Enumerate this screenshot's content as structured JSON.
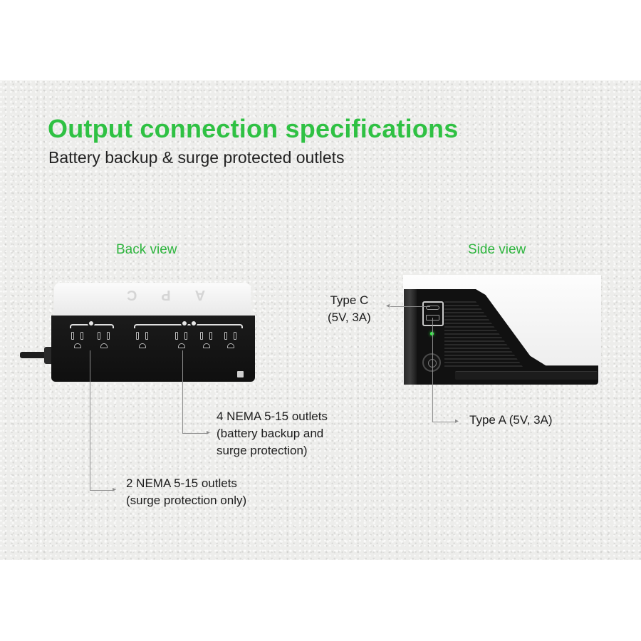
{
  "header": {
    "title": "Output connection specifications",
    "subtitle": "Battery backup & surge protected outlets"
  },
  "colors": {
    "accent_green": "#2fc143",
    "text_dark": "#1d1d1d",
    "leader_line": "#8d8d8d",
    "device_black": "#111111",
    "device_white": "#f5f5f5",
    "led_green": "#3cf24e"
  },
  "back_view": {
    "label": "Back view",
    "device_logo": "APC",
    "outlet_groups": [
      {
        "count": 2,
        "type": "NEMA 5-15",
        "icon": "surge-icon"
      },
      {
        "count": 4,
        "type": "NEMA 5-15",
        "icon": "battery-surge-icon"
      }
    ],
    "callouts": [
      {
        "line1": "4 NEMA 5-15 outlets",
        "line2": "(battery backup and",
        "line3": "surge protection)"
      },
      {
        "line1": "2 NEMA 5-15 outlets",
        "line2": "(surge protection only)"
      }
    ]
  },
  "side_view": {
    "label": "Side view",
    "callouts": [
      {
        "line1": "Type C",
        "line2": "(5V, 3A)"
      },
      {
        "line1": "Type A (5V, 3A)"
      }
    ]
  }
}
